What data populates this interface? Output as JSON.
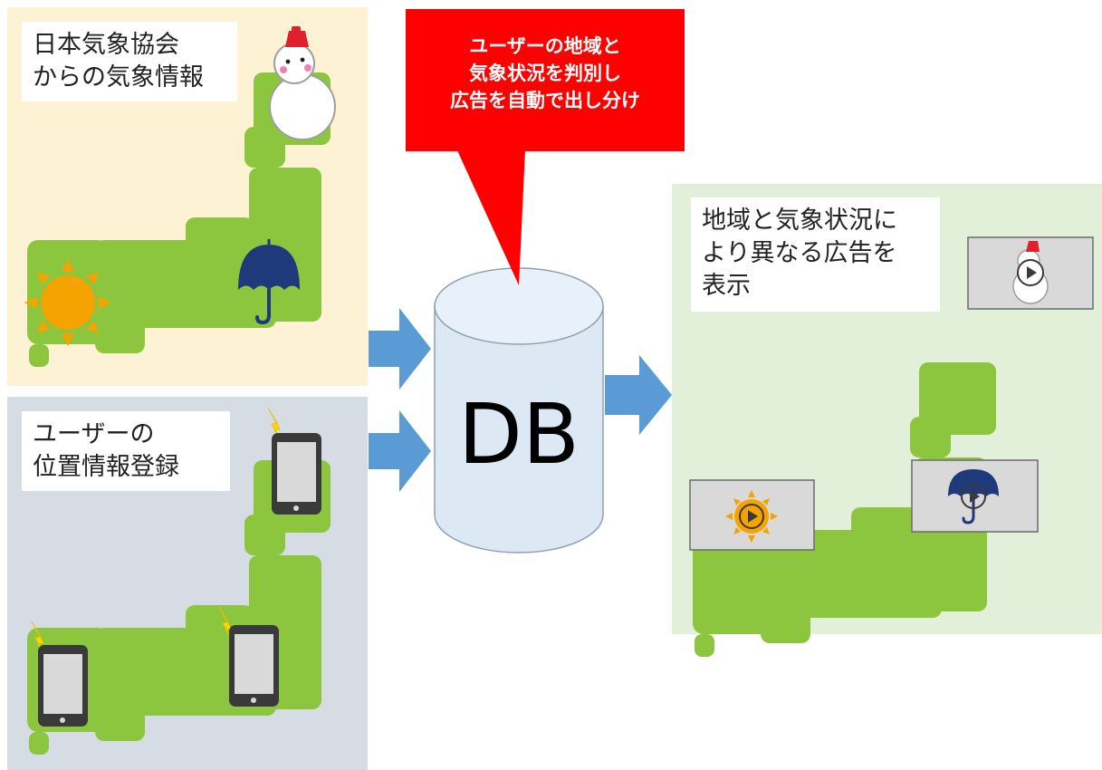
{
  "panels": {
    "weather": {
      "label": "日本気象協会\nからの気象情報"
    },
    "location": {
      "label": "ユーザーの\n位置情報登録"
    },
    "result": {
      "label": "地域と気象状況に\nより異なる広告を\n表示"
    }
  },
  "callout": {
    "text": "ユーザーの地域と\n気象状況を判別し\n広告を自動で出し分け"
  },
  "database": {
    "label": "DB"
  },
  "colors": {
    "weather_panel": "#fdf2d4",
    "location_panel": "#d6dce4",
    "result_panel": "#e2efd9",
    "japan_map": "#8cc63f",
    "arrow": "#5b9bd5",
    "callout": "#ff0000",
    "db_fill": "#dce9f5",
    "sun": "#f4a300",
    "umbrella": "#1f3a7a"
  }
}
